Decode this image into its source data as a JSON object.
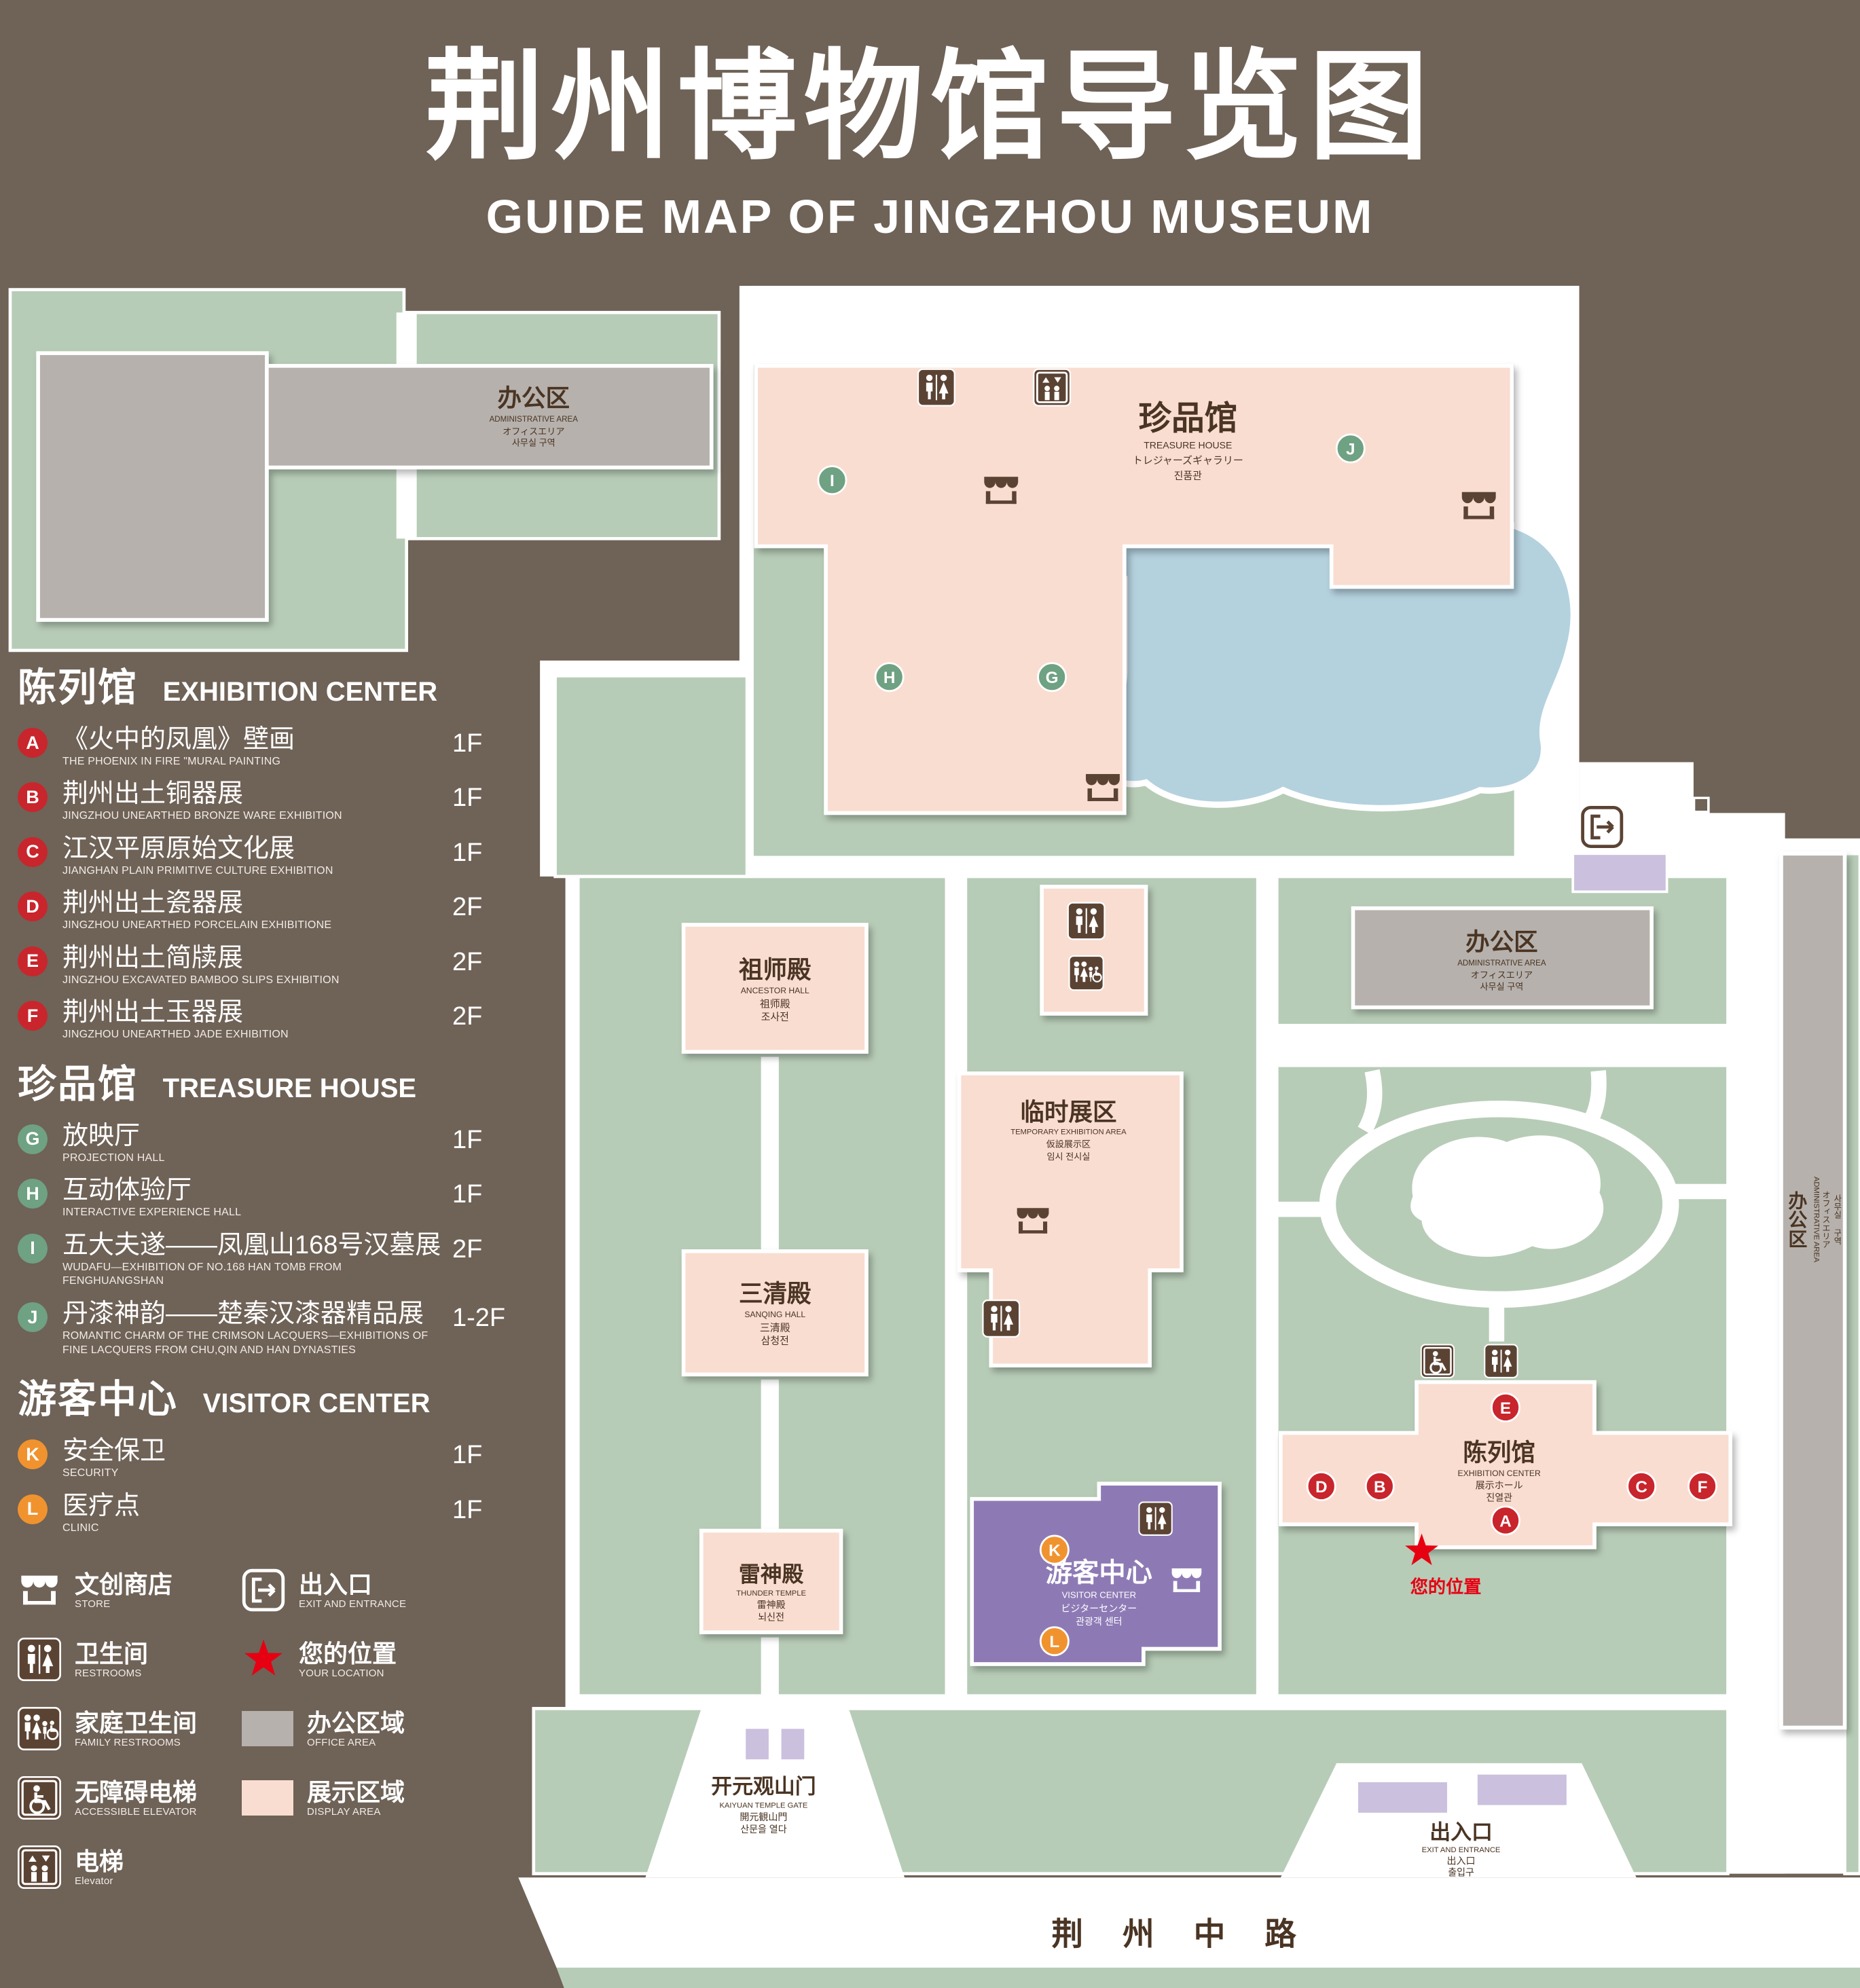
{
  "colors": {
    "background": "#6f6257",
    "grounds_green": "#b7ccb7",
    "display_pink": "#f9ddd1",
    "office_gray": "#b6b1ac",
    "lake_blue": "#b4d1de",
    "visitor_purple": "#8d7ab5",
    "entrance_lavender": "#cbc0de",
    "marker_red": "#c9252c",
    "marker_green": "#6fa183",
    "marker_orange": "#f0932f",
    "icon_brown": "#5b4334",
    "location_red": "#e60012",
    "path_white": "#ffffff"
  },
  "header": {
    "title": "荆州博物馆导览图",
    "subtitle": "GUIDE MAP OF JINGZHOU MUSEUM"
  },
  "sidebar": {
    "sections": [
      {
        "title_zh": "陈列馆",
        "title_en": "EXHIBITION CENTER",
        "items": [
          {
            "marker": "A",
            "zh": "《火中的凤凰》壁画",
            "en": "THE PHOENIX IN FIRE \"MURAL PAINTING",
            "floor": "1F"
          },
          {
            "marker": "B",
            "zh": "荆州出土铜器展",
            "en": "JINGZHOU UNEARTHED BRONZE WARE EXHIBITION",
            "floor": "1F"
          },
          {
            "marker": "C",
            "zh": "江汉平原原始文化展",
            "en": "JIANGHAN PLAIN PRIMITIVE CULTURE EXHIBITION",
            "floor": "1F"
          },
          {
            "marker": "D",
            "zh": "荆州出土瓷器展",
            "en": "JINGZHOU UNEARTHED PORCELAIN EXHIBITIONE",
            "floor": "2F"
          },
          {
            "marker": "E",
            "zh": "荆州出土简牍展",
            "en": "JINGZHOU EXCAVATED BAMBOO SLIPS EXHIBITION",
            "floor": "2F"
          },
          {
            "marker": "F",
            "zh": "荆州出土玉器展",
            "en": "JINGZHOU UNEARTHED JADE EXHIBITION",
            "floor": "2F"
          }
        ]
      },
      {
        "title_zh": "珍品馆",
        "title_en": "TREASURE HOUSE",
        "items": [
          {
            "marker": "G",
            "zh": "放映厅",
            "en": "PROJECTION HALL",
            "floor": "1F"
          },
          {
            "marker": "H",
            "zh": "互动体验厅",
            "en": "INTERACTIVE EXPERIENCE HALL",
            "floor": "1F"
          },
          {
            "marker": "I",
            "zh": "五大夫遂——凤凰山168号汉墓展",
            "en": "WUDAFU—EXHIBITION OF NO.168 HAN TOMB FROM FENGHUANGSHAN",
            "floor": "2F"
          },
          {
            "marker": "J",
            "zh": "丹漆神韵——楚秦汉漆器精品展",
            "en": "ROMANTIC CHARM OF THE CRIMSON LACQUERS—EXHIBITIONS OF FINE LACQUERS FROM CHU,QIN AND HAN DYNASTIES",
            "floor": "1-2F"
          }
        ]
      },
      {
        "title_zh": "游客中心",
        "title_en": "VISITOR CENTER",
        "items": [
          {
            "marker": "K",
            "zh": "安全保卫",
            "en": "SECURITY",
            "floor": "1F"
          },
          {
            "marker": "L",
            "zh": "医疗点",
            "en": "CLINIC",
            "floor": "1F"
          }
        ]
      }
    ],
    "legend_col1": [
      {
        "zh": "文创商店",
        "en": "STORE"
      },
      {
        "zh": "卫生间",
        "en": "RESTROOMS"
      },
      {
        "zh": "家庭卫生间",
        "en": "FAMILY RESTROOMS"
      },
      {
        "zh": "无障碍电梯",
        "en": "ACCESSIBLE ELEVATOR"
      },
      {
        "zh": "电梯",
        "en": "Elevator"
      }
    ],
    "legend_col2": [
      {
        "zh": "出入口",
        "en": "EXIT AND ENTRANCE"
      },
      {
        "zh": "您的位置",
        "en": "YOUR LOCATION"
      },
      {
        "zh": "办公区域",
        "en": "OFFICE AREA"
      },
      {
        "zh": "展示区域",
        "en": "DISPLAY AREA"
      }
    ]
  },
  "map": {
    "admin_nw": {
      "zh": "办公区",
      "en": "ADMINISTRATIVE AREA",
      "ja": "オフィスエリア",
      "ko": "사무실 구역"
    },
    "treasure_house": {
      "zh": "珍品馆",
      "en": "TREASURE HOUSE",
      "ja": "トレジャーズギャラリー",
      "ko": "진품관"
    },
    "exit_east": {
      "zh": "出入口",
      "en": "EXIT AND ENTRANCE",
      "zh2": "出入口",
      "ko": "출입구"
    },
    "ancestor_hall": {
      "zh": "祖师殿",
      "en": "ANCESTOR HALL",
      "zh2": "祖师殿",
      "ko": "조사전"
    },
    "admin_mid": {
      "zh": "办公区",
      "en": "ADMINISTRATIVE AREA",
      "ja": "オフィスエリア",
      "ko": "사무실 구역"
    },
    "temporary_area": {
      "zh": "临时展区",
      "en": "TEMPORARY EXHIBITION AREA",
      "ja": "仮設展示区",
      "ko": "임시 전시실"
    },
    "sanqing_hall": {
      "zh": "三清殿",
      "en": "SANQING HALL",
      "zh2": "三清殿",
      "ko": "삼청전"
    },
    "exhibition_center": {
      "zh": "陈列馆",
      "en": "EXHIBITION CENTER",
      "ja": "展示ホール",
      "ko": "진열관"
    },
    "your_location": "您的位置",
    "thunder_temple": {
      "zh": "雷神殿",
      "en": "THUNDER TEMPLE",
      "zh2": "雷神殿",
      "ko": "뇌신전"
    },
    "visitor_center": {
      "zh": "游客中心",
      "en": "VISITOR CENTER",
      "ja": "ビジターセンター",
      "ko": "관광객 센터"
    },
    "kaiyuan_gate": {
      "zh": "开元观山门",
      "en": "KAIYUAN TEMPLE GATE",
      "ja": "開元観山門",
      "ko": "산문을 열다"
    },
    "exit_south": {
      "zh": "出入口",
      "en": "EXIT AND ENTRANCE",
      "zh2": "出入口",
      "ko": "출입구"
    },
    "admin_east": {
      "zh": "办公区",
      "en": "ADMINISTRATIVE AREA",
      "ja": "オフィスエリア",
      "ko": "사무실 구역"
    },
    "road": "荆 州 中 路"
  }
}
